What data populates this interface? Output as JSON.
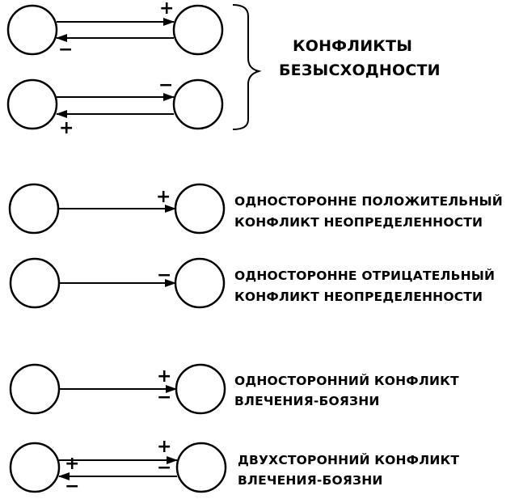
{
  "labels": {
    "despair_1": "КОНФЛИКТЫ",
    "despair_2": "БЕЗЫСХОДНОСТИ",
    "pos_1": "ОДНОСТОРОННЕ ПОЛОЖИТЕЛЬНЫЙ",
    "pos_2": "КОНФЛИКТ НЕОПРЕДЕЛЕННОСТИ",
    "neg_1": "ОДНОСТОРОННЕ ОТРИЦАТЕЛЬНЫЙ",
    "neg_2": "КОНФЛИКТ НЕОПРЕДЕЛЕННОСТИ",
    "oneway_1": "ОДНОСТОРОННИЙ КОНФЛИКТ",
    "oneway_2": "ВЛЕЧЕНИЯ-БОЯЗНИ",
    "twoway_1": "ДВУХСТОРОННИЙ КОНФЛИКТ",
    "twoway_2": "ВЛЕЧЕНИЯ-БОЯЗНИ"
  },
  "signs": {
    "plus": "+",
    "minus": "−"
  },
  "colors": {
    "ink": "#000000",
    "background": "#ffffff"
  }
}
